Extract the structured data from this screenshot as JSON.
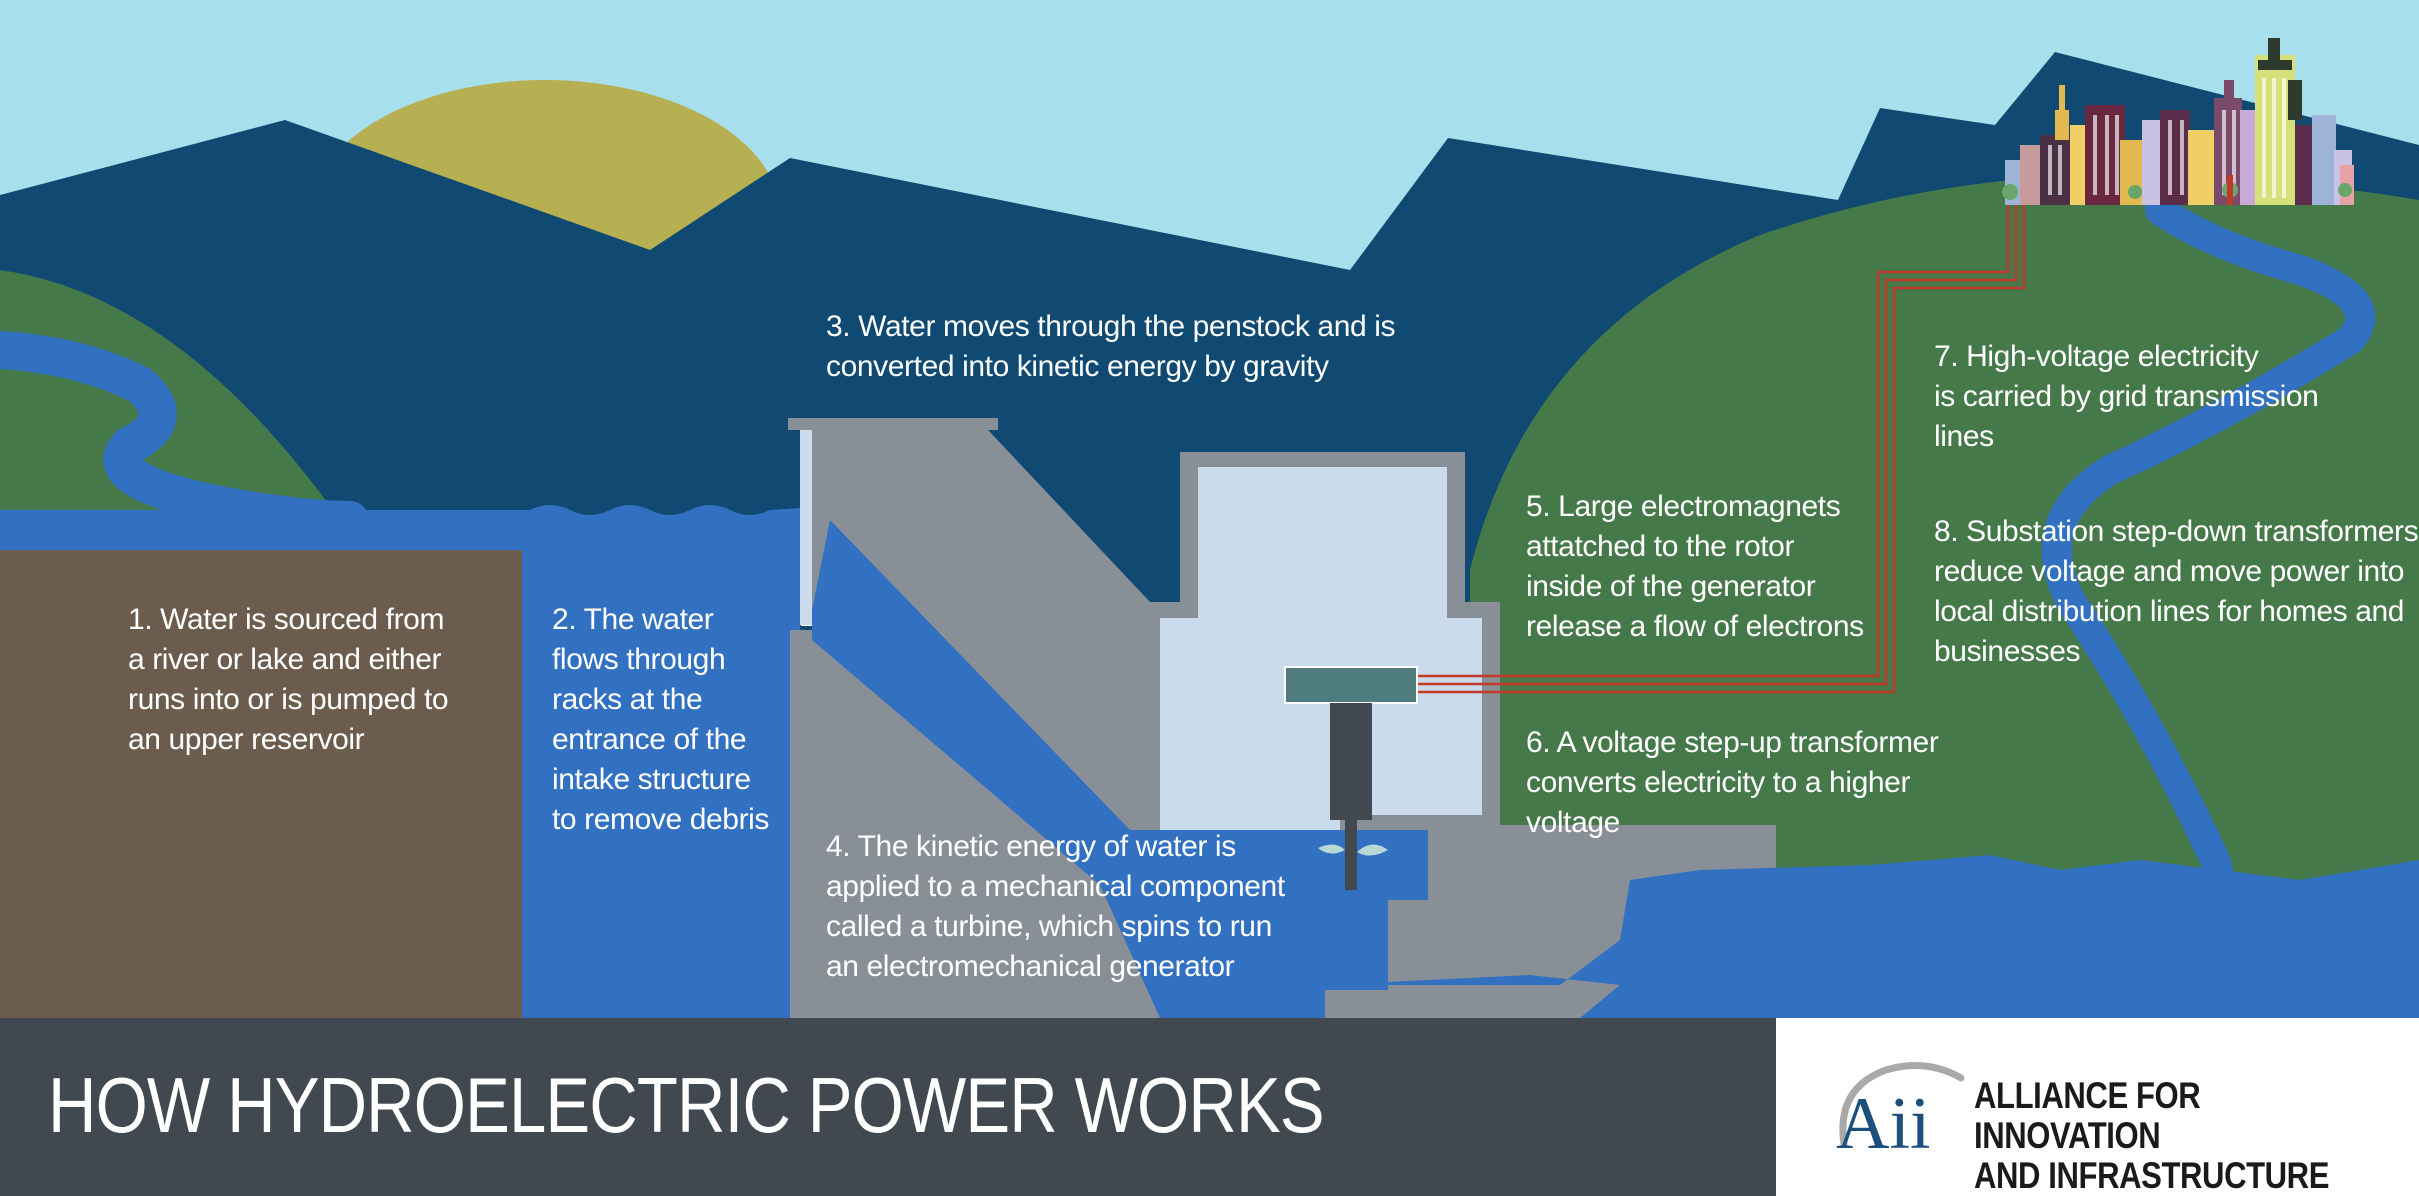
{
  "title": "HOW HYDROELECTRIC POWER WORKS",
  "steps": {
    "s1": "1. Water is sourced from\na river or lake and either\nruns into or is pumped to\nan upper reservoir",
    "s2": "2. The water\nflows through\nracks at the\nentrance of the\nintake structure\nto remove debris",
    "s3": "3. Water moves through the penstock and is\nconverted into kinetic energy by gravity",
    "s4": "4. The kinetic energy of water is\napplied to a mechanical component\ncalled a turbine, which spins to run\nan electromechanical generator",
    "s5": "5. Large electromagnets\nattatched to the rotor\ninside of the generator\nrelease a flow of electrons",
    "s6": "6. A voltage step-up transformer\nconverts electricity to a higher\nvoltage",
    "s7": "7. High-voltage electricity\nis carried by grid transmission\nlines",
    "s8": "8. Substation step-down transformers\nreduce voltage and move power into\nlocal distribution lines for homes and\nbusinesses"
  },
  "logo": {
    "mark": "Aii",
    "org_name": "ALLIANCE FOR INNOVATION\nAND INFRASTRUCTURE"
  },
  "colors": {
    "sky": "#a8dfec",
    "sun": "#b7b052",
    "mountains": "#104a72",
    "hills": "#46794a",
    "water": "#3270c2",
    "earth": "#6b5c4e",
    "dam": "#898f97",
    "powerhouse": "#cadcec",
    "transmission_line": "#c0392b",
    "footer": "#414850"
  }
}
